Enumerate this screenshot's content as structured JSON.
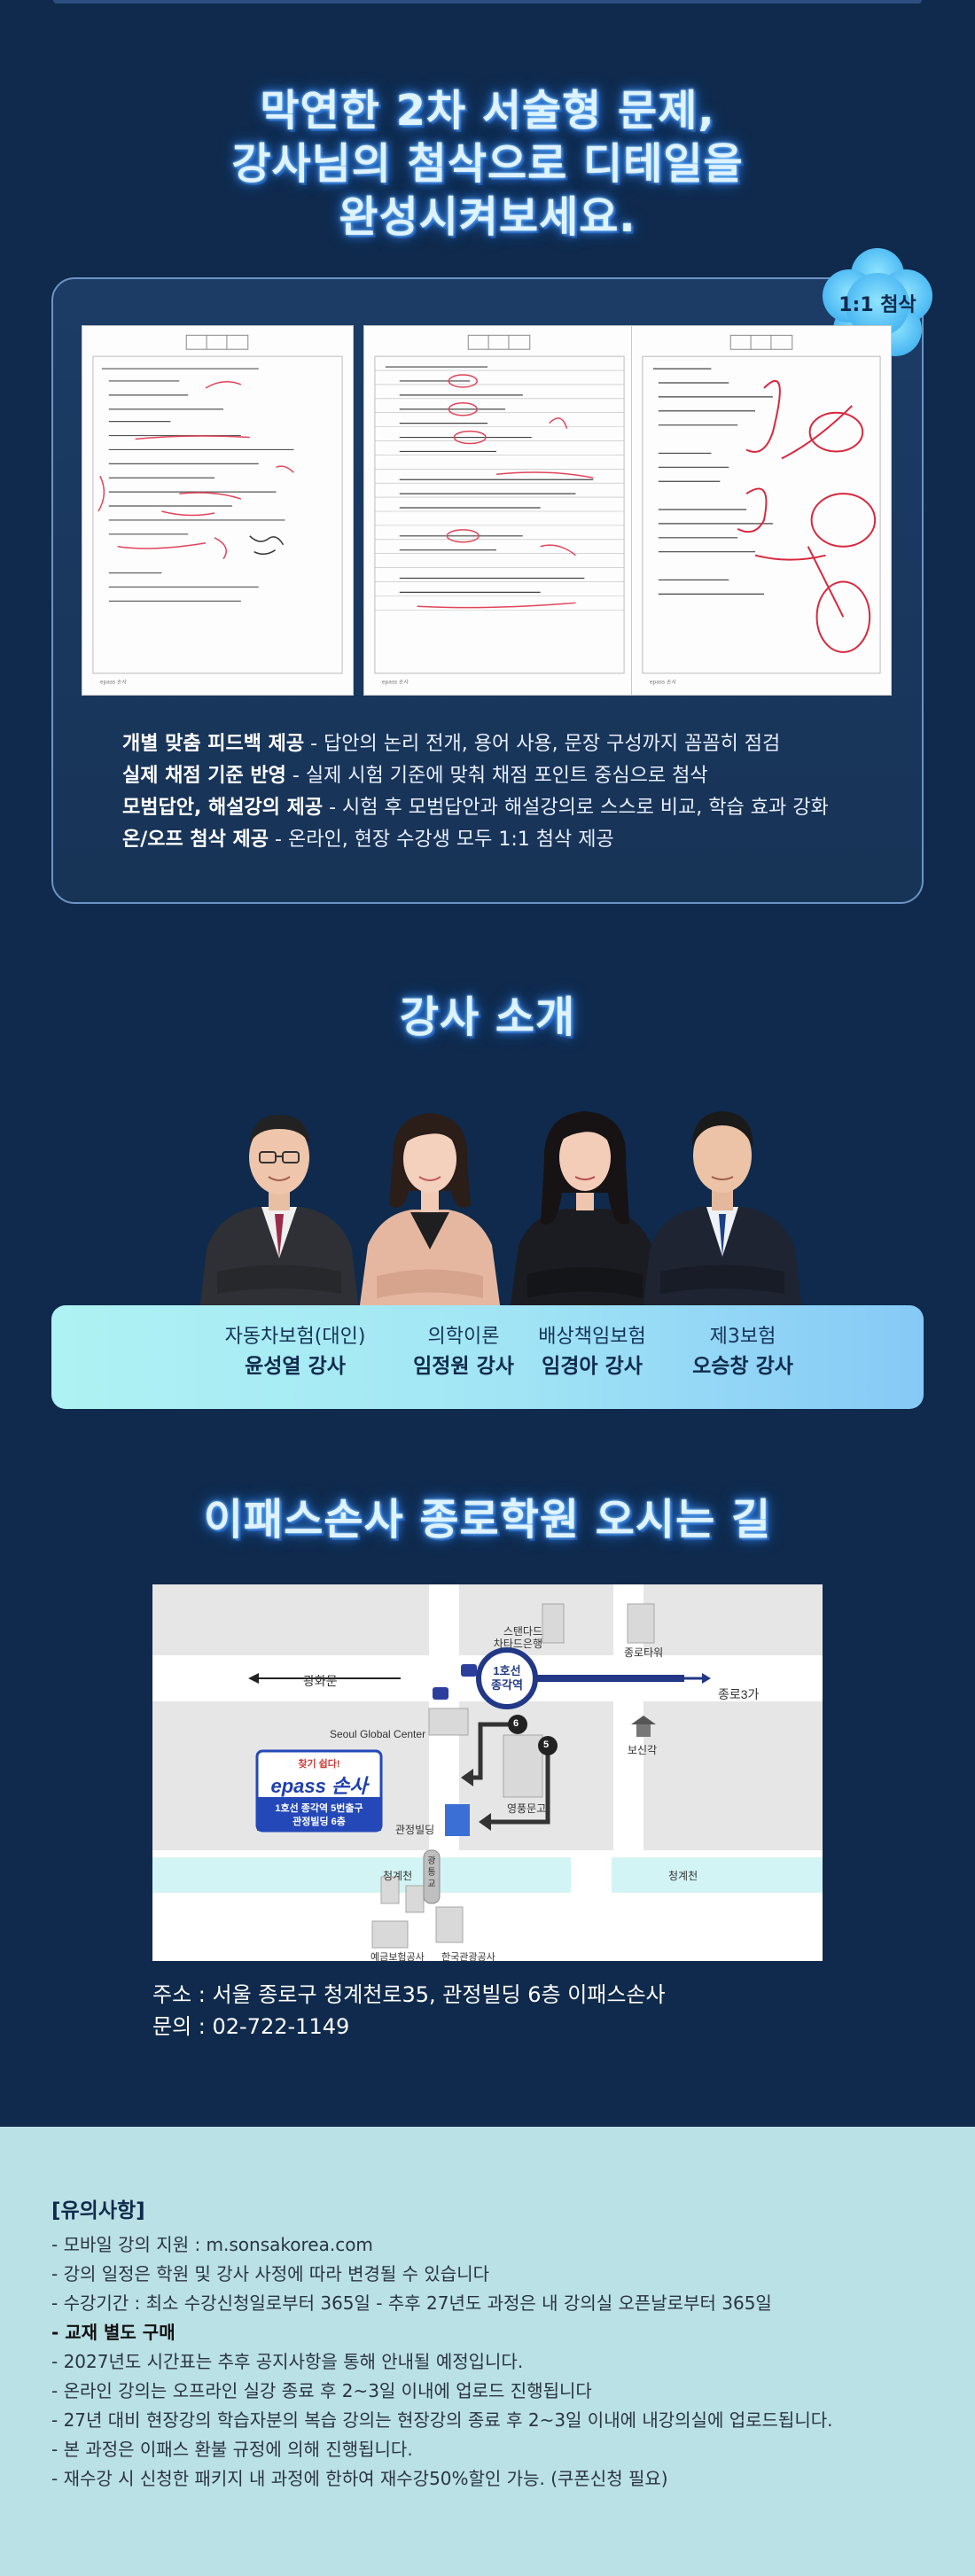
{
  "hero": {
    "title_line1": "막연한 2차 서술형 문제,",
    "title_line2": "강사님의 첨삭으로 디테일을",
    "title_line3": "완성시켜보세요."
  },
  "review": {
    "badge": "1:1 첨삭",
    "features": [
      {
        "bold": "개별 맞춤 피드백 제공",
        "text": " - 답안의 논리 전개, 용어 사용, 문장 구성까지 꼼꼼히 점검"
      },
      {
        "bold": "실제 채점 기준 반영",
        "text": " - 실제 시험 기준에 맞춰 채점 포인트 중심으로 첨삭"
      },
      {
        "bold": "모범답안, 해설강의 제공",
        "text": " - 시험 후 모범답안과 해설강의로 스스로 비교, 학습 효과 강화"
      },
      {
        "bold": "온/오프 첨삭 제공",
        "text": " - 온라인, 현장 수강생 모두 1:1 첨삭 제공"
      }
    ]
  },
  "instructors": {
    "title": "강사 소개",
    "items": [
      {
        "field": "자동차보험(대인)",
        "name": "윤성열 강사"
      },
      {
        "field": "의학이론",
        "name": "임정원 강사"
      },
      {
        "field": "배상책임보험",
        "name": "임경아 강사"
      },
      {
        "field": "제3보험",
        "name": "오승창 강사"
      }
    ]
  },
  "location": {
    "title": "이패스손사 종로학원 오시는 길",
    "map_labels": {
      "standard_bank": "스탠다드\n차타드은행",
      "jongro_tower": "종로타워",
      "gwanghwamun": "광화문",
      "station": "1호선\n종각역",
      "jongro3ga": "종로3가",
      "seoul_global": "Seoul Global Center",
      "bosingak": "보신각",
      "sign_tag": "찾기 쉽다!",
      "sign_brand": "epass 손사",
      "sign_info1": "1호선 종각역 5번출구",
      "sign_info2": "관정빌딩 6층",
      "gwanjeong": "관정빌딩",
      "yeongpung": "영풍문고",
      "cheonggyecheon1": "청계천",
      "cheonggyecheon2": "청계천",
      "gwangtonggyo": "광통교",
      "yegeum": "예금보험공사",
      "korea_tourism": "한국관광공사",
      "exit6": "6",
      "exit5": "5"
    },
    "address": "주소 : 서울 종로구 청계천로35, 관정빌딩 6층 이패스손사",
    "contact": "문의 : 02-722-1149"
  },
  "notice": {
    "title": "[유의사항]",
    "items": [
      {
        "text": "- 모바일 강의 지원 : m.sonsakorea.com",
        "bold": false
      },
      {
        "text": "- 강의 일정은 학원 및 강사 사정에 따라 변경될 수 있습니다",
        "bold": false
      },
      {
        "text": "- 수강기간 : 최소 수강신청일로부터 365일 - 추후 27년도 과정은 내 강의실 오픈날로부터 365일",
        "bold": false
      },
      {
        "text": "- 교재 별도 구매",
        "bold": true
      },
      {
        "text": "- 2027년도 시간표는 추후 공지사항을 통해 안내될 예정입니다.",
        "bold": false
      },
      {
        "text": "- 온라인 강의는 오프라인 실강 종료 후 2~3일 이내에 업로드 진행됩니다",
        "bold": false
      },
      {
        "text": "- 27년 대비 현장강의 학습자분의 복습 강의는 현장강의 종료 후  2~3일 이내에 내강의실에 업로드됩니다.",
        "bold": false
      },
      {
        "text": "- 본 과정은 이패스 환불 규정에 의해 진행됩니다.",
        "bold": false
      },
      {
        "text": "- 재수강 시 신청한 패키지 내 과정에 한하여 재수강50%할인 가능. (쿠폰신청 필요)",
        "bold": false
      }
    ]
  }
}
